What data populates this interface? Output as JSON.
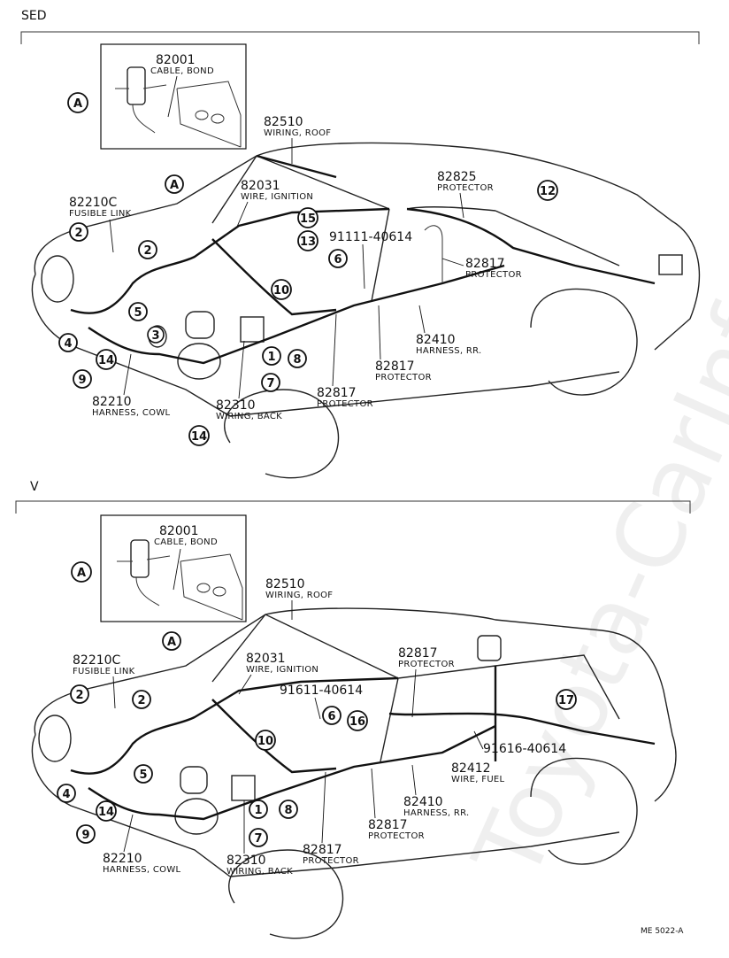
{
  "sections": [
    {
      "id": "sedan",
      "title": "SED",
      "detail": {
        "circle": "A",
        "part": "82001",
        "name": "CABLE, BOND"
      },
      "parts": [
        {
          "key": "roof",
          "num": "82510",
          "name": "WIRING, ROOF"
        },
        {
          "key": "fusible",
          "num": "82210C",
          "name": "FUSIBLE LINK"
        },
        {
          "key": "ignition",
          "num": "82031",
          "name": "WIRE, IGNITION"
        },
        {
          "key": "protector_top",
          "num": "82825",
          "name": "PROTECTOR"
        },
        {
          "key": "clip",
          "num": "91111-40614",
          "name": ""
        },
        {
          "key": "protector_mid",
          "num": "82817",
          "name": "PROTECTOR"
        },
        {
          "key": "harness_rr",
          "num": "82410",
          "name": "HARNESS, RR."
        },
        {
          "key": "protector_low",
          "num": "82817",
          "name": "PROTECTOR"
        },
        {
          "key": "protector_bot",
          "num": "82817",
          "name": "PROTECTOR"
        },
        {
          "key": "cowl",
          "num": "82210",
          "name": "HARNESS, COWL"
        },
        {
          "key": "back",
          "num": "82310",
          "name": "WIRING, BACK"
        }
      ],
      "callouts": [
        "A",
        "2",
        "2",
        "15",
        "13",
        "6",
        "10",
        "12",
        "5",
        "3",
        "4",
        "14",
        "9",
        "1",
        "8",
        "7",
        "14"
      ]
    },
    {
      "id": "van",
      "title": "V",
      "detail": {
        "circle": "A",
        "part": "82001",
        "name": "CABLE, BOND"
      },
      "parts": [
        {
          "key": "roof",
          "num": "82510",
          "name": "WIRING, ROOF"
        },
        {
          "key": "fusible",
          "num": "82210C",
          "name": "FUSIBLE LINK"
        },
        {
          "key": "ignition",
          "num": "82031",
          "name": "WIRE, IGNITION"
        },
        {
          "key": "protector_top",
          "num": "82817",
          "name": "PROTECTOR"
        },
        {
          "key": "clip",
          "num": "91611-40614",
          "name": ""
        },
        {
          "key": "clip2",
          "num": "91616-40614",
          "name": ""
        },
        {
          "key": "fuel",
          "num": "82412",
          "name": "WIRE, FUEL"
        },
        {
          "key": "harness_rr",
          "num": "82410",
          "name": "HARNESS, RR."
        },
        {
          "key": "protector_low",
          "num": "82817",
          "name": "PROTECTOR"
        },
        {
          "key": "cowl",
          "num": "82210",
          "name": "HARNESS, COWL"
        },
        {
          "key": "back",
          "num": "82310",
          "name": "WIRING, BACK"
        }
      ],
      "callouts": [
        "A",
        "2",
        "2",
        "6",
        "16",
        "10",
        "17",
        "5",
        "4",
        "14",
        "9",
        "1",
        "8",
        "7"
      ]
    }
  ],
  "footer": "ME 5022-A",
  "watermark": "Toyota-CarInfo.ru"
}
